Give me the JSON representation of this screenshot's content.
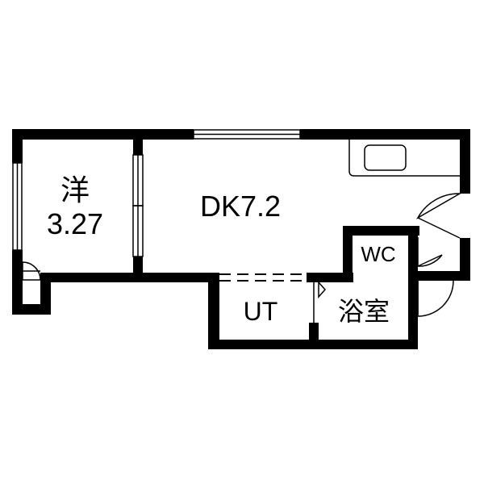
{
  "rooms": {
    "western": {
      "name": "洋",
      "area": "3.27"
    },
    "dk": {
      "label": "DK7.2"
    },
    "wc": {
      "label": "WC"
    },
    "ut": {
      "label": "UT"
    },
    "bath": {
      "label": "浴室"
    }
  },
  "colors": {
    "wall": "#000000",
    "background": "#ffffff",
    "fixture_line": "#000000"
  }
}
